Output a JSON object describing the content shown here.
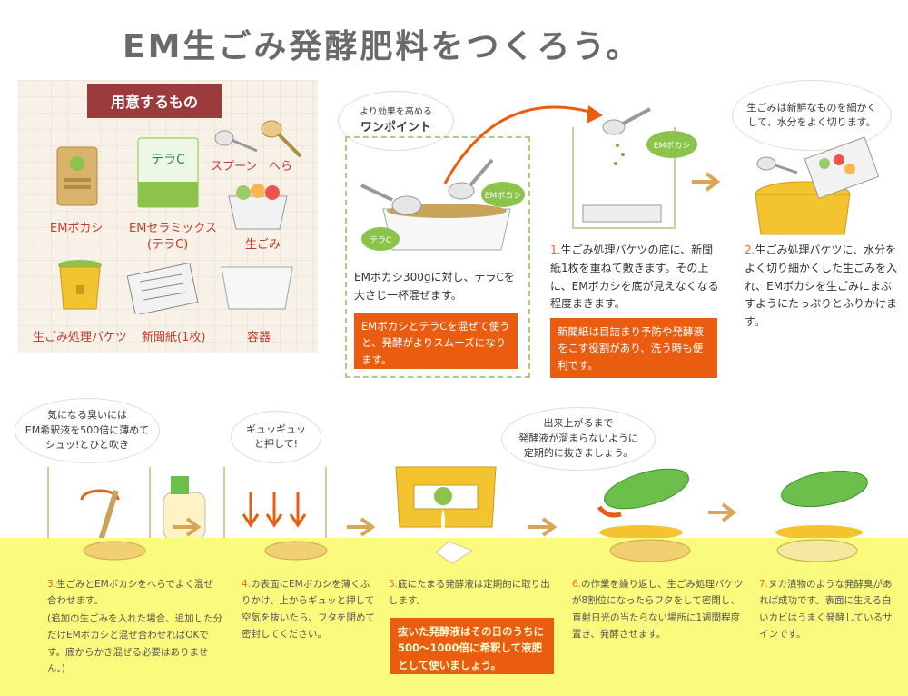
{
  "title": "EM生ごみ発酵肥料をつくろう。",
  "tools": {
    "heading": "用意するもの",
    "items": {
      "bokashi": "EMボカシ",
      "ceramics_line1": "EMセラミックス",
      "ceramics_line2": "(テラC)",
      "spoon": "スプーン",
      "spatula": "へら",
      "garbage": "生ごみ",
      "bucket": "生ごみ処理バケツ",
      "newspaper": "新聞紙(1枚)",
      "container": "容器"
    },
    "package_label": "テラC"
  },
  "one_point": {
    "bubble_line1": "より効果を高める",
    "bubble_line2": "ワンポイント",
    "tag_bokashi": "EMボカシ",
    "tag_terac": "テラC",
    "body": "EMボカシ300gに対し、テラCを大さじ一杯混ぜます。",
    "note": "EMボカシとテラCを混ぜて使うと、発酵がよりスムーズになります。"
  },
  "step1": {
    "tag": "EMボカシ",
    "num": "1.",
    "text": "生ごみ処理バケツの底に、新聞紙1枚を重ねて敷きます。その上に、EMボカシを底が見えなくなる程度まきます。",
    "note": "新聞紙は目詰まり予防や発酵液をこす役割があり、洗う時も便利です。"
  },
  "step2": {
    "bubble": "生ごみは新鮮なものを細かくして、水分をよく切ります。",
    "num": "2.",
    "text": "生ごみ処理バケツに、水分をよく切り細かくした生ごみを入れ、EMボカシを生ごみにまぶすようにたっぷりとふりかけます。"
  },
  "step3": {
    "bubble_line1": "気になる臭いには",
    "bubble_line2": "EM希釈液を500倍に薄めて",
    "bubble_line3": "シュッ!とひと吹き",
    "num": "3.",
    "text": "生ごみとEMボカシをへらでよく混ぜ合わせます。",
    "sub": "(追加の生ごみを入れた場合、追加した分だけEMボカシと混ぜ合わせればOKです。底からかき混ぜる必要はありません。)"
  },
  "step4": {
    "bubble_line1": "ギュッギュッ",
    "bubble_line2": "と押して!",
    "num": "4.",
    "text": "の表面にEMボカシを薄くふりかけ、上からギュッと押して空気を抜いたら、フタを閉めて密封してください。"
  },
  "step5": {
    "bubble_line1": "出来上がるまで",
    "bubble_line2": "発酵液が溜まらないように",
    "bubble_line3": "定期的に抜きましょう。",
    "num": "5.",
    "text": "底にたまる発酵液は定期的に取り出します。",
    "note": "抜いた発酵液はその日のうちに500〜1000倍に希釈して液肥として使いましょう。"
  },
  "step6": {
    "num": "6.",
    "text": "の作業を繰り返し、生ごみ処理バケツが8割位になったらフタをして密閉し、直射日光の当たらない場所に1週間程度置き、発酵させます。"
  },
  "step7": {
    "num": "7.",
    "text": "ヌカ漬物のような発酵臭があれば成功です。表面に生える白いカビはうまく発酵しているサインです。"
  },
  "colors": {
    "orange": "#ea5c10",
    "green": "#8cc34a",
    "yellow": "#fafa7c",
    "badge": "#9b3b3b"
  }
}
